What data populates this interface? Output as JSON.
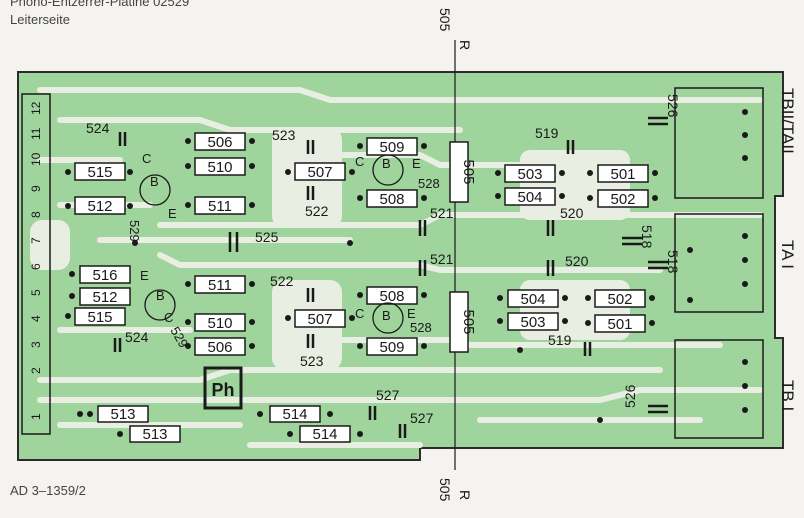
{
  "header": {
    "line1": "Phono-Entzerrer-Platine  02529",
    "line2": "Leiterseite"
  },
  "doc_id": "AD  3–1359/2",
  "connectors": {
    "top_right": "TBII/TAII",
    "mid_right": "TA I",
    "bottom_right": "TB I"
  },
  "pins": [
    "12",
    "11",
    "10",
    "9",
    "8",
    "7",
    "6",
    "5",
    "4",
    "3",
    "2",
    "1"
  ],
  "marker_R": "R",
  "marker_505": "505",
  "logo": "Ph",
  "resistors": {
    "r501a": "501",
    "r502a": "502",
    "r503a": "503",
    "r504a": "504",
    "r505a": "505",
    "r506a": "506",
    "r507a": "507",
    "r508a": "508",
    "r509a": "509",
    "r510a": "510",
    "r511a": "511",
    "r512a": "512",
    "r515a": "515",
    "r501b": "501",
    "r502b": "502",
    "r503b": "503",
    "r504b": "504",
    "r505b": "505",
    "r506b": "506",
    "r507b": "507",
    "r508b": "508",
    "r509b": "509",
    "r510b": "510",
    "r511b": "511",
    "r512b": "512",
    "r515b": "515",
    "r516": "516",
    "r513a": "513",
    "r513b": "513",
    "r514a": "514",
    "r514b": "514"
  },
  "capacitors": {
    "c518a": "518",
    "c518b": "518",
    "c519a": "519",
    "c519b": "519",
    "c520a": "520",
    "c520b": "520",
    "c521a": "521",
    "c521b": "521",
    "c522a": "522",
    "c522b": "522",
    "c523a": "523",
    "c523b": "523",
    "c524a": "524",
    "c524b": "524",
    "c525": "525",
    "c526a": "526",
    "c526b": "526",
    "c527a": "527",
    "c527b": "527"
  },
  "transistors": {
    "q528a": "528",
    "q528b": "528",
    "q529a": "529",
    "q529b": "529"
  },
  "terminals": {
    "c": "C",
    "b": "B",
    "e": "E"
  },
  "colors": {
    "board": "#9fd49d",
    "copper": "#e8efe2",
    "ink": "#1a1a1a",
    "paper": "#f4f3ef"
  }
}
